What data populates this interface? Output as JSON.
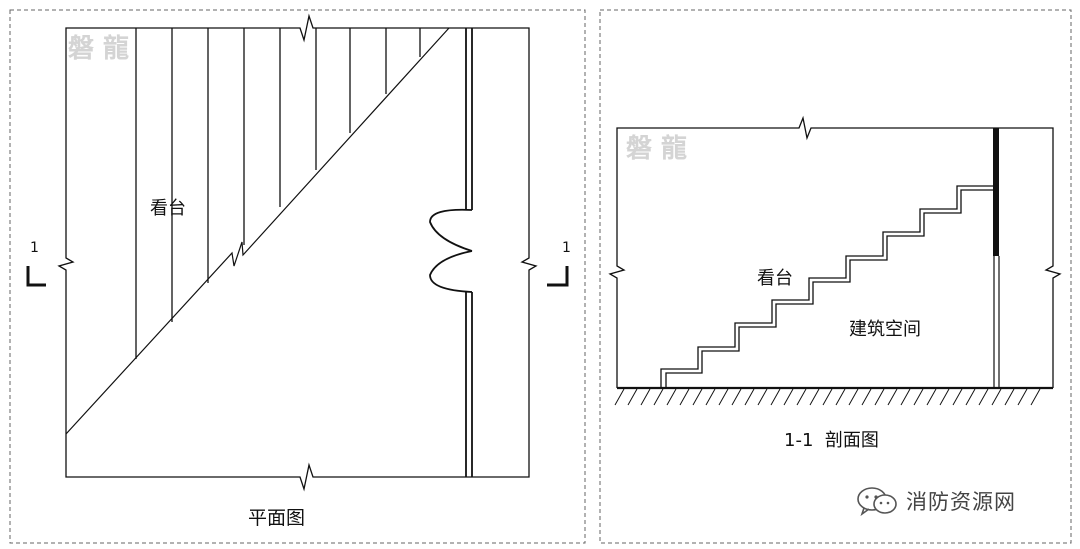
{
  "plan": {
    "title": "平面图",
    "stand_label": "看台",
    "section_mark_left": "1",
    "section_mark_right": "1",
    "watermark": "磐 龍"
  },
  "section": {
    "title": "1-1  剖面图",
    "stand_label": "看台",
    "space_label": "建筑空间",
    "watermark": "磐 龍"
  },
  "brand": {
    "name": "消防资源网",
    "icon": "wechat-icon"
  }
}
